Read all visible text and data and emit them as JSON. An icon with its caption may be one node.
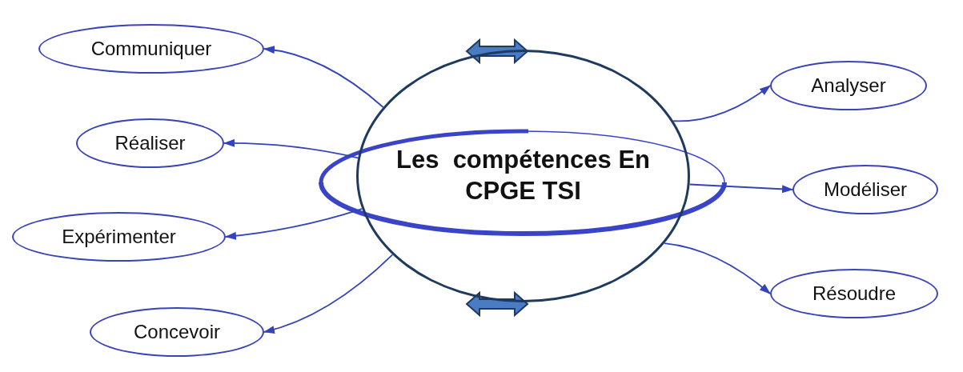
{
  "diagram": {
    "nodes": [
      {
        "text": [
          "Les  compétences En CPGE TSI"
        ]
      },
      {
        "text": [
          "Communiquer"
        ]
      },
      {
        "text": [
          "Réaliser"
        ]
      },
      {
        "text": [
          "Expérimenter"
        ]
      },
      {
        "text": [
          "Concevoir"
        ]
      },
      {
        "text": [
          "Analyser"
        ]
      },
      {
        "text": [
          "Modéliser"
        ]
      },
      {
        "text": [
          "Résoudre"
        ]
      }
    ],
    "edges": [
      {
        "from": 0,
        "to": 1,
        "arrow": "to"
      },
      {
        "from": 0,
        "to": 2,
        "arrow": "to"
      },
      {
        "from": 0,
        "to": 3,
        "arrow": "to"
      },
      {
        "from": 0,
        "to": 4,
        "arrow": "to"
      },
      {
        "from": 0,
        "to": 5,
        "arrow": "to"
      },
      {
        "from": 0,
        "to": 6,
        "arrow": "to"
      },
      {
        "from": 0,
        "to": 7,
        "arrow": "to"
      }
    ]
  }
}
